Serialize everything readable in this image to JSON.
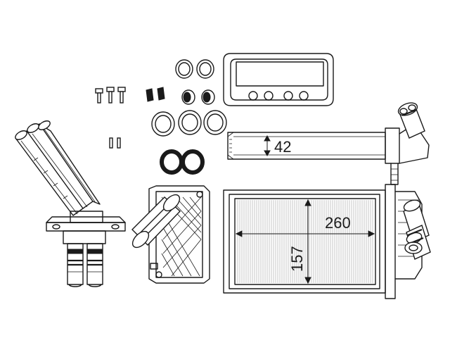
{
  "drawing": {
    "dimension_width": "260",
    "dimension_height": "157",
    "dimension_tube": "42"
  }
}
